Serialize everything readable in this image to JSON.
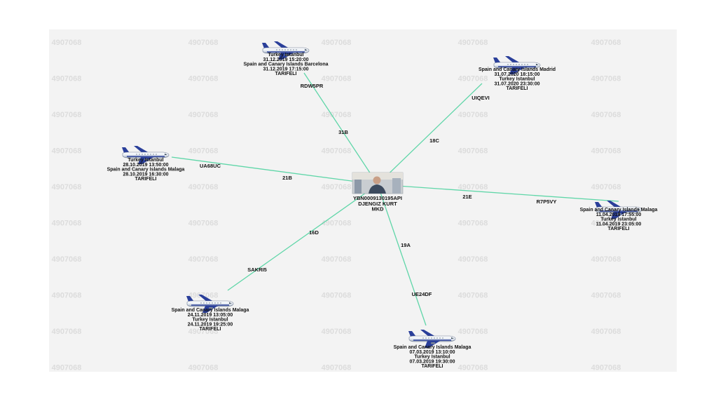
{
  "watermark": "4907068",
  "center": {
    "icon": "person-photo",
    "lines": [
      "YBN0009130195API",
      "DJENGIZ KURT",
      "MKD"
    ]
  },
  "flights": [
    {
      "id": "top",
      "icon": "airplane-icon",
      "lines": [
        "Turkey Istanbul",
        "31.12.2019 15:20:00",
        "Spain and Canary Islands Barcelona",
        "31.12.2019 17:15:00",
        "TARIFELI"
      ],
      "code": "RDW5PR",
      "seat": "31B"
    },
    {
      "id": "top-right",
      "icon": "airplane-icon",
      "lines": [
        "Spain and Canary Islands Madrid",
        "31.07.2020 18:15:00",
        "Turkey Istanbul",
        "31.07.2020 23:30:00",
        "TARIFELI"
      ],
      "code": "UIQEVI",
      "seat": "18C"
    },
    {
      "id": "left",
      "icon": "airplane-icon",
      "lines": [
        "Turkey Istanbul",
        "28.10.2019 13:50:00",
        "Spain and Canary Islands Malaga",
        "28.10.2019 16:30:00",
        "TARIFELI"
      ],
      "code": "UA68UC",
      "seat": "21B"
    },
    {
      "id": "right",
      "icon": "airplane-icon",
      "lines": [
        "Spain and Canary Islands Malaga",
        "11.04.2019 17:55:00",
        "Turkey Istanbul",
        "11.04.2019 23:05:00",
        "TARIFELI"
      ],
      "code": "R7P5VY",
      "seat": "21E"
    },
    {
      "id": "bottom-left",
      "icon": "airplane-icon",
      "lines": [
        "Spain and Canary Islands Malaga",
        "24.11.2019 13:05:00",
        "Turkey Istanbul",
        "24.11.2019 19:25:00",
        "TARIFELI"
      ],
      "code": "SAKRI5",
      "seat": "16D"
    },
    {
      "id": "bottom",
      "icon": "airplane-icon",
      "lines": [
        "Spain and Canary Islands Malaga",
        "07.03.2019 13:10:00",
        "Turkey Istanbul",
        "07.03.2019 19:30:00",
        "TARIFELI"
      ],
      "code": "UE24DF",
      "seat": "19A"
    }
  ]
}
